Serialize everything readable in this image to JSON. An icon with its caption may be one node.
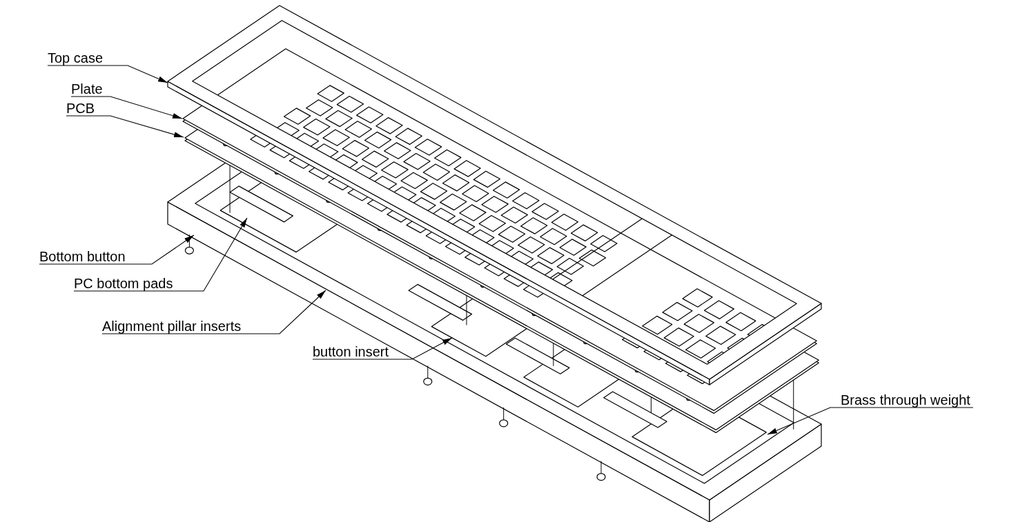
{
  "diagram": {
    "nodes": [
      {
        "text": [
          "Top case"
        ]
      },
      {
        "text": [
          "Plate"
        ]
      },
      {
        "text": [
          "PCB"
        ]
      },
      {
        "text": [
          "Bottom button"
        ]
      },
      {
        "text": [
          "PC bottom pads"
        ]
      },
      {
        "text": [
          "Alignment pillar inserts"
        ]
      },
      {
        "text": [
          "button insert"
        ]
      },
      {
        "text": [
          "Brass through weight"
        ]
      }
    ],
    "edges": [
      {
        "from": 0,
        "to": null,
        "arrow": "to"
      },
      {
        "from": 1,
        "to": null,
        "arrow": "to"
      },
      {
        "from": 2,
        "to": null,
        "arrow": "to"
      },
      {
        "from": 3,
        "to": null,
        "arrow": "to"
      },
      {
        "from": 4,
        "to": null,
        "arrow": "to"
      },
      {
        "from": 5,
        "to": null,
        "arrow": "to"
      },
      {
        "from": 6,
        "to": null,
        "arrow": "to"
      },
      {
        "from": 7,
        "to": null,
        "arrow": "to"
      }
    ]
  }
}
